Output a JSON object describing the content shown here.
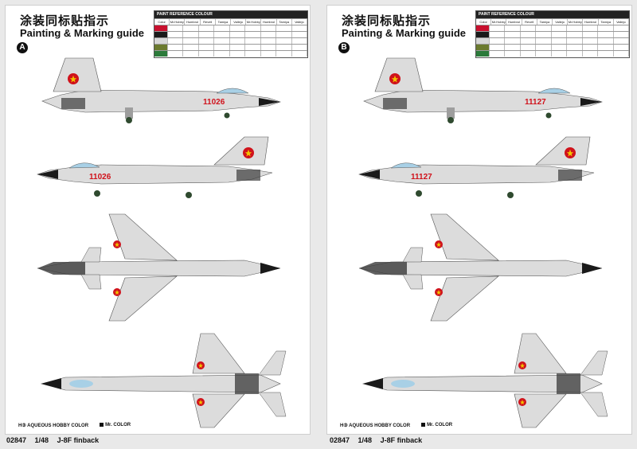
{
  "sheets": [
    {
      "badge": "A",
      "serial": "11026",
      "title_cn": "涂装同标贴指示",
      "title_en": "Painting & Marking guide"
    },
    {
      "badge": "B",
      "serial": "11127",
      "title_cn": "涂装同标贴指示",
      "title_en": "Painting & Marking guide"
    }
  ],
  "reference_table": {
    "title": "PAINT REFERENCE COLOUR",
    "headers": [
      "Color",
      "Mr.Hobby",
      "Humbrol",
      "Revell",
      "Tamiya",
      "Vallejo",
      "Mr.Hobby",
      "Humbrol",
      "Tamiya",
      "Vallejo"
    ],
    "swatch_colors": [
      "#c8102e",
      "#1a1a1a",
      "#d8d8d8",
      "#6b7a2e",
      "#2b7a3a"
    ]
  },
  "legend": {
    "aqueous": "H③ AQUEOUS HOBBY COLOR",
    "mr_color": "Mr. COLOR"
  },
  "footer": {
    "code": "02847",
    "scale": "1/48",
    "name": "J-8F finback"
  },
  "colors": {
    "aircraft": "#dcdcdc",
    "nose": "#1a1a1a",
    "radome": "#3a3a3a",
    "canopy": "#a8d0e6",
    "insignia": "#d0121b",
    "star": "#f2c500",
    "panel": "#9e9e9e"
  }
}
